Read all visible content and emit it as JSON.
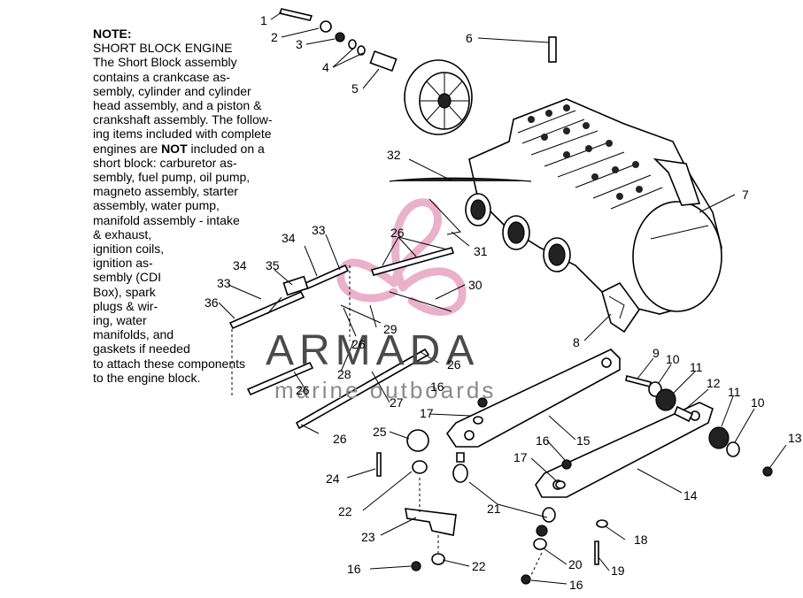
{
  "note": {
    "heading": "NOTE:",
    "lines": [
      "SHORT BLOCK ENGINE",
      "The Short Block assembly",
      "contains a crankcase as-",
      "sembly, cylinder and cylinder",
      "head assembly, and a piston &",
      "crankshaft assembly.  The follow-",
      "ing items included with complete",
      "engines are ",
      "short block:  carburetor as-",
      "sembly, fuel pump, oil pump,",
      "magneto assembly, starter",
      "assembly, water pump,",
      "manifold assembly - intake",
      "& exhaust,",
      "ignition coils,",
      "ignition as-",
      "sembly (CDI",
      "Box), spark",
      "plugs & wir-",
      "ing, water",
      "manifolds, and",
      "gaskets if needed",
      "to attach these components",
      "to the engine block."
    ],
    "bold_word": "NOT",
    "after_bold": " included on a"
  },
  "watermark": {
    "brand": "ARMADA",
    "tagline": "marine outboards",
    "colors": {
      "title": "#4a4a4a",
      "tagline": "#8a8a8a",
      "logo": "#e8a9c4"
    }
  },
  "callouts": [
    "1",
    "2",
    "3",
    "4",
    "5",
    "6",
    "7",
    "8",
    "9",
    "10",
    "11",
    "12",
    "10",
    "11",
    "13",
    "14",
    "15",
    "16",
    "17",
    "16",
    "17",
    "18",
    "19",
    "20",
    "16",
    "21",
    "22",
    "23",
    "22",
    "16",
    "24",
    "25",
    "26",
    "26",
    "26",
    "26",
    "26",
    "27",
    "28",
    "29",
    "30",
    "31",
    "32",
    "33",
    "34",
    "35",
    "33",
    "34",
    "36"
  ]
}
